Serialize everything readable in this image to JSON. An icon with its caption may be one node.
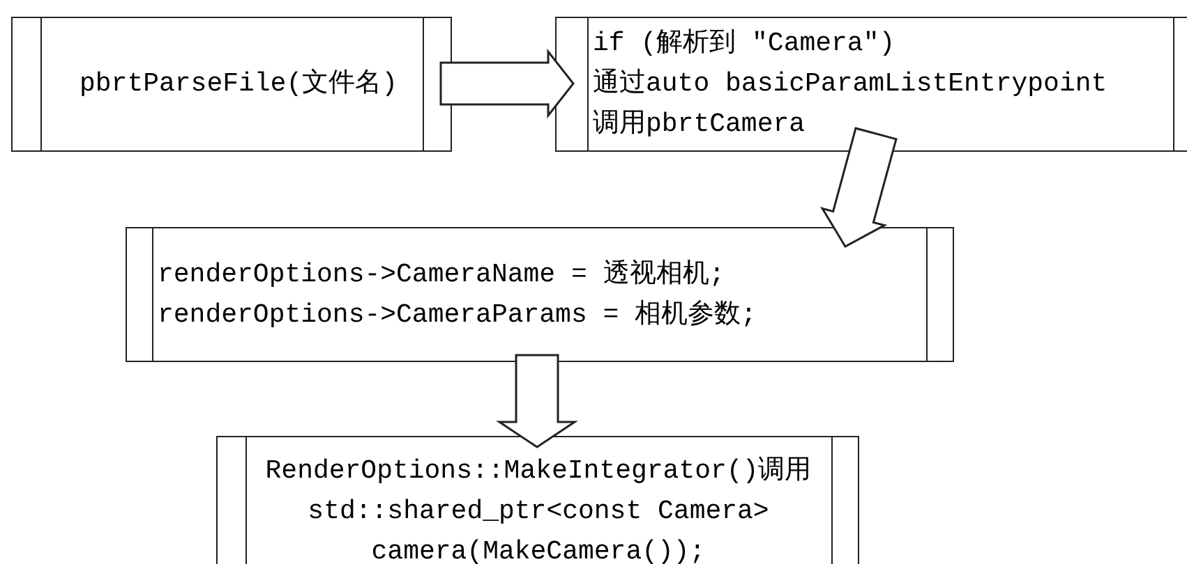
{
  "diagram": {
    "nodes": [
      {
        "text": [
          "pbrtParseFile(文件名)"
        ]
      },
      {
        "text": [
          "if (解析到 \"Camera\")",
          "通过auto basicParamListEntrypoint",
          "调用pbrtCamera"
        ]
      },
      {
        "text": [
          "renderOptions->CameraName = 透视相机;",
          "renderOptions->CameraParams = 相机参数;"
        ]
      },
      {
        "text": [
          "RenderOptions::MakeIntegrator()调用",
          "std::shared_ptr<const Camera> camera(MakeCamera());"
        ]
      }
    ],
    "edges": [
      {
        "from": 0,
        "to": 1,
        "arrow": "to"
      },
      {
        "from": 1,
        "to": 2,
        "arrow": "to"
      },
      {
        "from": 2,
        "to": 3,
        "arrow": "to"
      }
    ]
  }
}
